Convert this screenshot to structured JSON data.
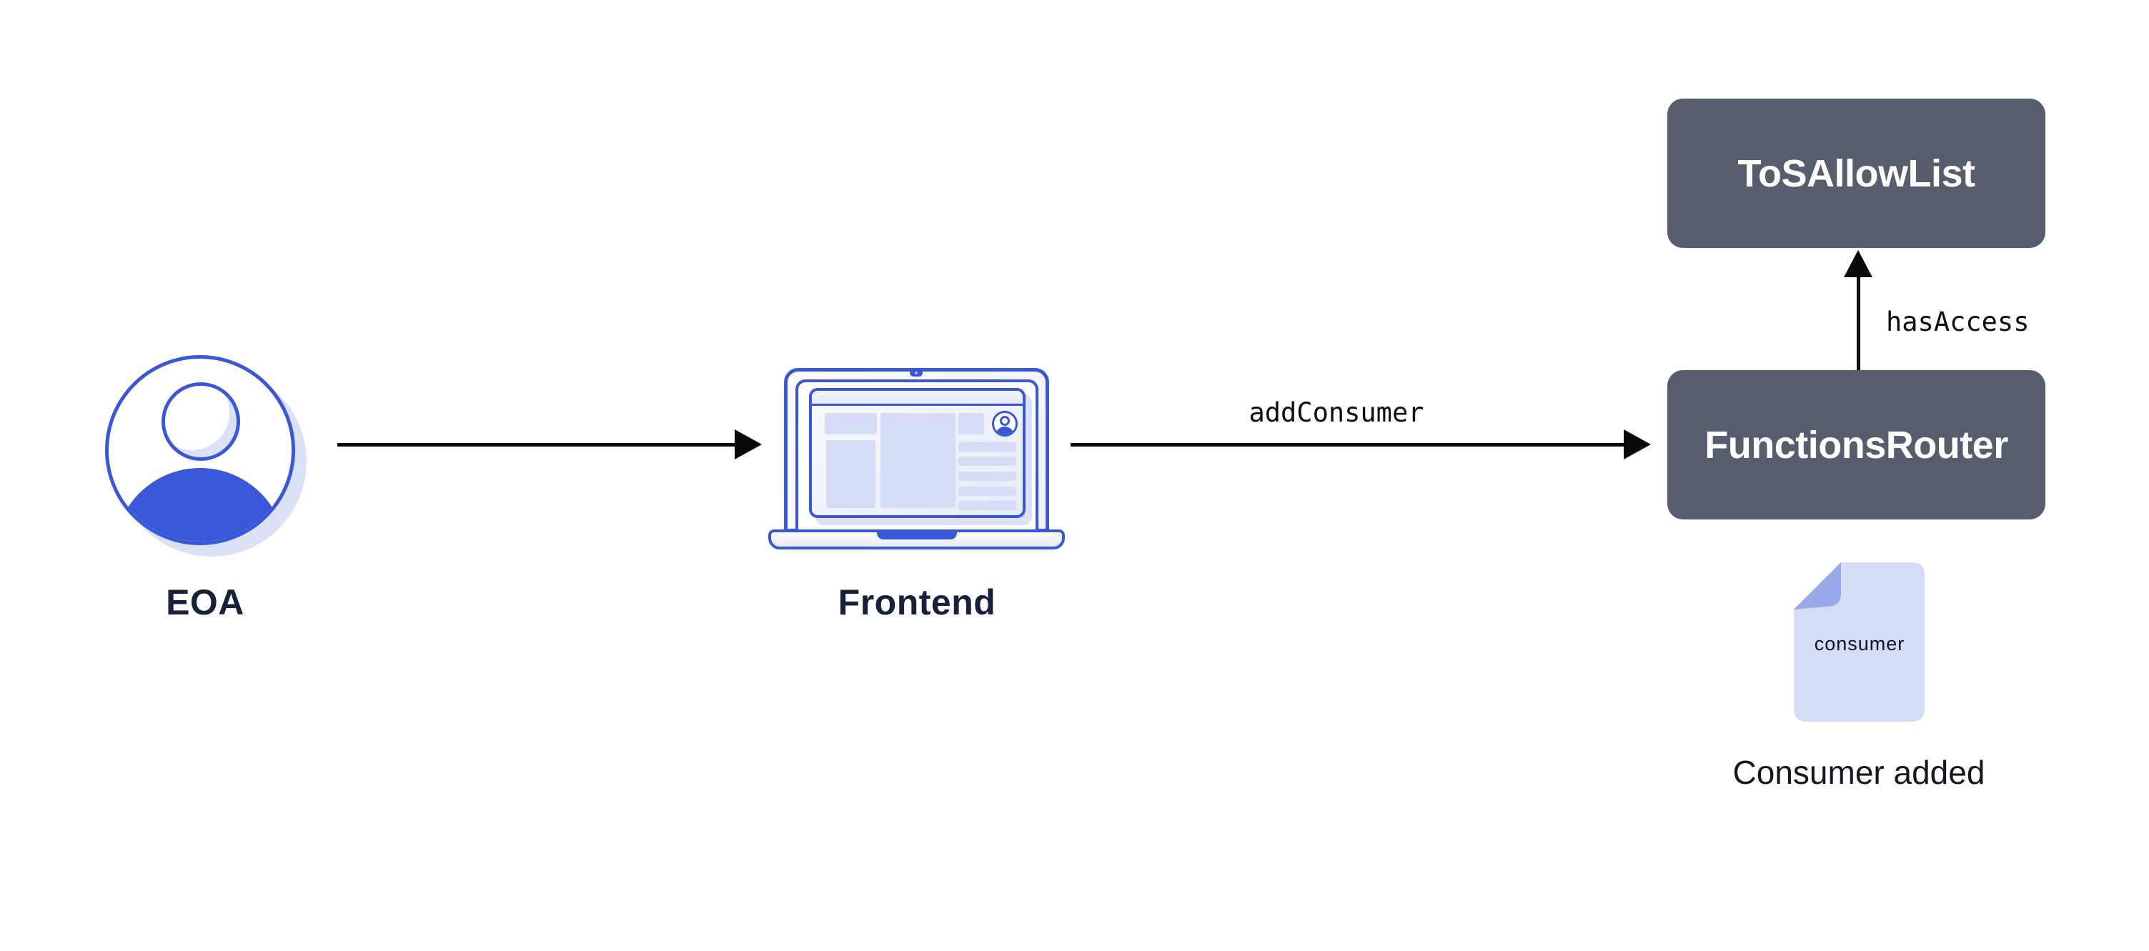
{
  "colors": {
    "accent": "#3a56d9",
    "lavender": "#d5dcf6",
    "lavender_soft": "#dbe2f8",
    "slate": "#565d6d",
    "navy": "#17213b",
    "fold": "#98a8e9",
    "arrow": "#0a0a0a",
    "ink": "#0d0d0d"
  },
  "nodes": {
    "eoa": {
      "label": "EOA",
      "icon": "user-icon"
    },
    "frontend": {
      "label": "Frontend",
      "icon": "laptop-icon"
    },
    "tos_allow_list": {
      "label": "ToSAllowList"
    },
    "functions_router": {
      "label": "FunctionsRouter"
    },
    "consumer_doc": {
      "file_label": "consumer",
      "caption": "Consumer added",
      "icon": "document-icon"
    }
  },
  "edges": {
    "eoa_to_frontend": {
      "label": ""
    },
    "frontend_to_router": {
      "label": "addConsumer"
    },
    "router_to_allowlist": {
      "label": "hasAccess"
    }
  }
}
